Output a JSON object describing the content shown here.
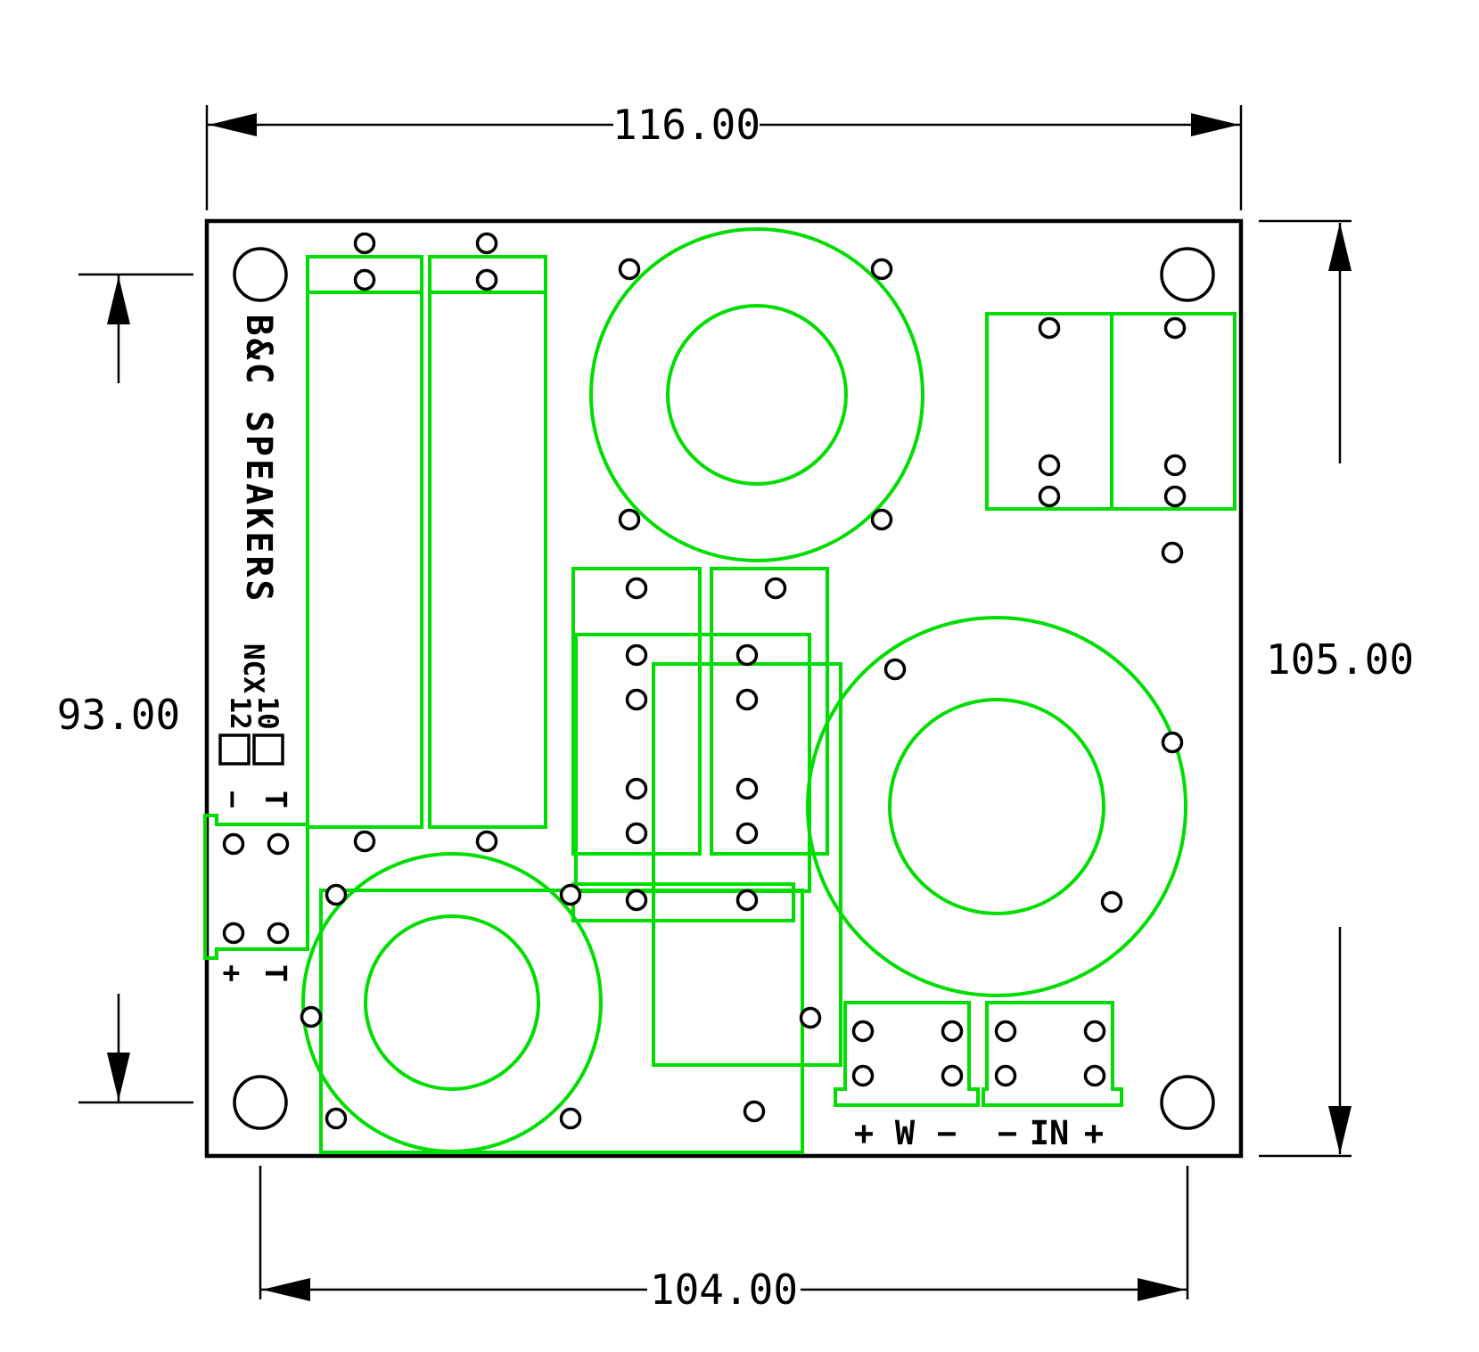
{
  "dimensions": {
    "width_top": "116.00",
    "height_left": "93.00",
    "height_right": "105.00",
    "width_bottom": "104.00"
  },
  "silkscreen": {
    "brand": "B&C SPEAKERS",
    "model": "NCX",
    "option_a": "10",
    "option_b": "12",
    "left_terminal": {
      "minus": "−",
      "t_upper": "T",
      "plus": "+",
      "t_lower": "T"
    },
    "bottom_terminals": [
      "+",
      "W",
      "−",
      "−",
      "IN",
      "+"
    ]
  },
  "colors": {
    "component_outline": "#00dd00",
    "board_outline": "#000000",
    "background": "#ffffff"
  }
}
